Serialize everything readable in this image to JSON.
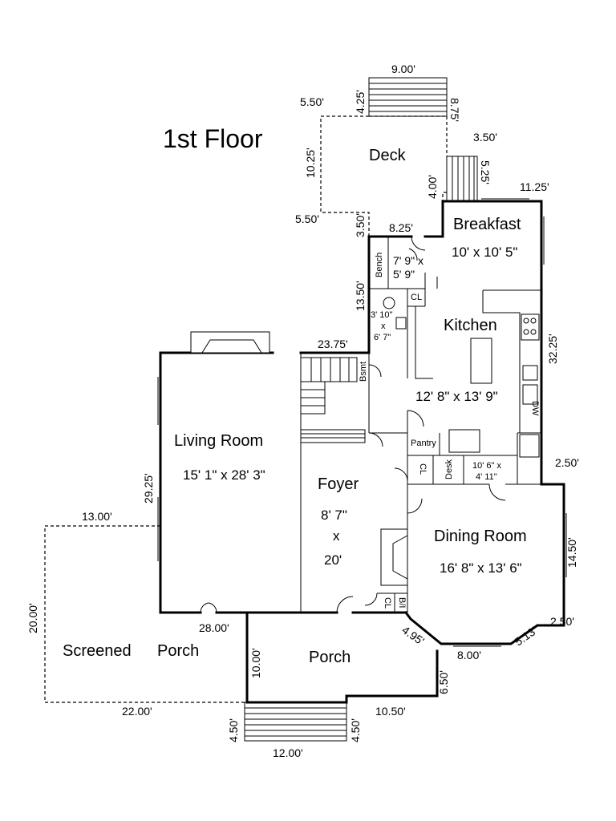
{
  "title": "1st Floor",
  "rooms": {
    "deck": "Deck",
    "breakfast": "Breakfast",
    "breakfast_dims": "10' x 10' 5\"",
    "mudroom_dims_1": "7' 9\" x",
    "mudroom_dims_2": "5' 9\"",
    "bench": "Bench",
    "cl_upper": "CL",
    "bath_dims_1": "3' 10\"",
    "bath_dims_2": "x",
    "bath_dims_3": "6' 7\"",
    "kitchen": "Kitchen",
    "kitchen_dims": "12' 8\" x 13' 9\"",
    "bsmt": "Bsmt",
    "living": "Living Room",
    "living_dims": "15' 1\" x 28' 3\"",
    "pantry": "Pantry",
    "cl_mid": "CL",
    "desk": "Desk",
    "office_dims_1": "10' 6\" x",
    "office_dims_2": "4' 11\"",
    "foyer": "Foyer",
    "foyer_dims_1": "8' 7\"",
    "foyer_dims_2": "x",
    "foyer_dims_3": "20'",
    "dining": "Dining Room",
    "dining_dims": "16' 8\" x 13' 6\"",
    "cl_low": "CL",
    "bi": "B/I",
    "dw": "DW",
    "screened": "Screened",
    "screened_porch": "Porch",
    "porch": "Porch"
  },
  "measurements": {
    "m_9_00": "9.00'",
    "m_4_25": "4.25'",
    "m_5_50_top": "5.50'",
    "m_8_75": "8.75'",
    "m_3_50_right": "3.50'",
    "m_10_25": "10.25'",
    "m_5_25": "5.25'",
    "m_11_25": "11.25'",
    "m_4_00": "4.00'",
    "m_5_50_bot": "5.50'",
    "m_3_50_left": "3.50'",
    "m_8_25": "8.25'",
    "m_13_50": "13.50'",
    "m_32_25": "32.25'",
    "m_23_75": "23.75'",
    "m_29_25": "29.25'",
    "m_2_50_upper": "2.50'",
    "m_13_00": "13.00'",
    "m_14_50": "14.50'",
    "m_20_00": "20.00'",
    "m_28_00": "28.00'",
    "m_4_95": "4.95'",
    "m_5_13": "5.13'",
    "m_2_50_lower": "2.50'",
    "m_8_00": "8.00'",
    "m_10_00": "10.00'",
    "m_6_50": "6.50'",
    "m_22_00": "22.00'",
    "m_10_50": "10.50'",
    "m_4_50_left": "4.50'",
    "m_4_50_right": "4.50'",
    "m_12_00": "12.00'"
  }
}
